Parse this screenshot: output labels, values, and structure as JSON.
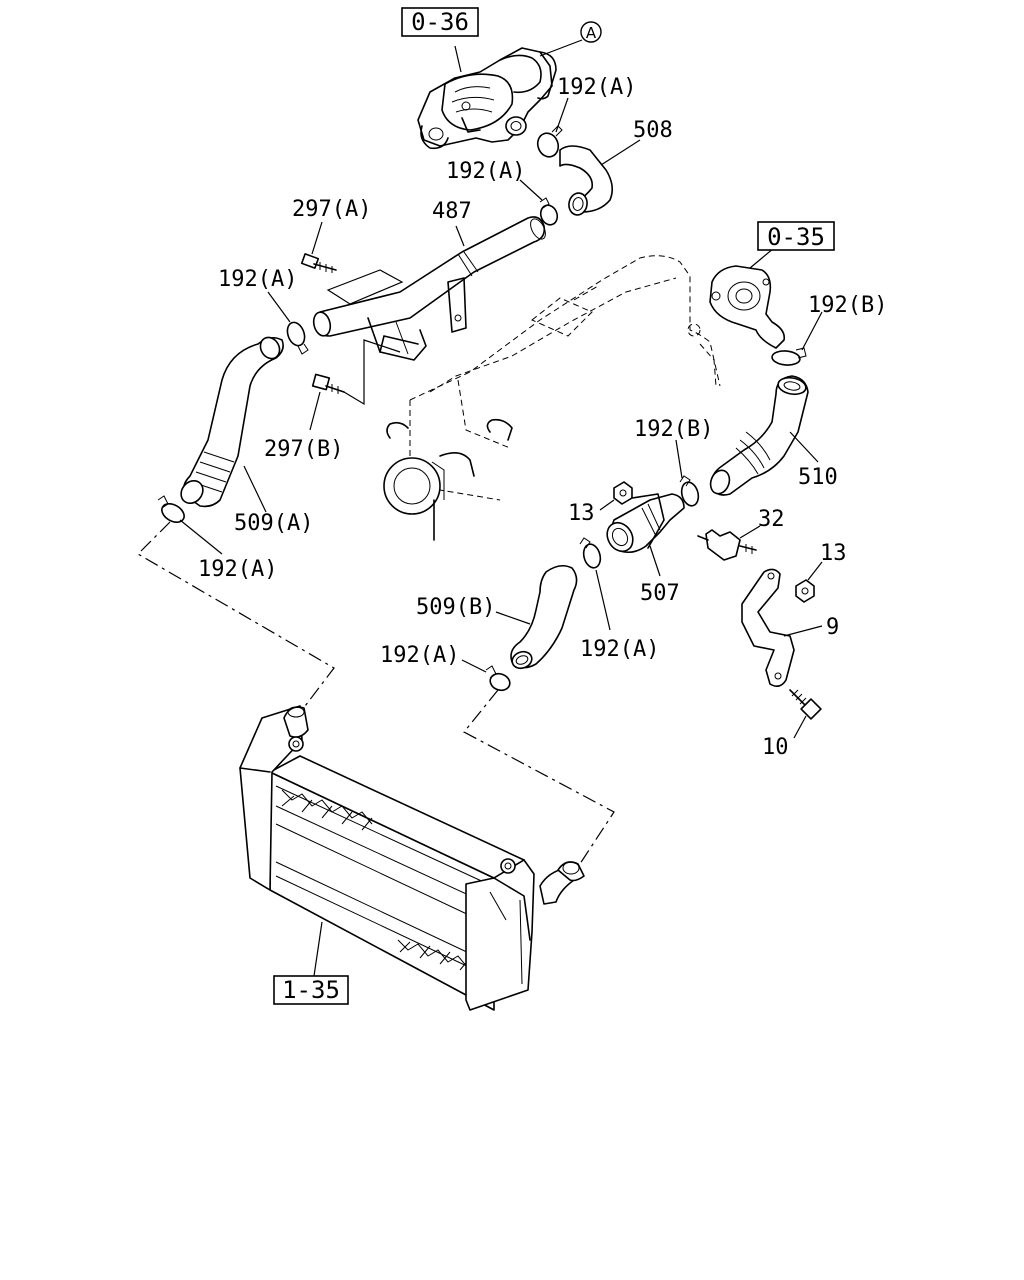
{
  "references": {
    "turbo_ref": "0-36",
    "throttle_ref": "0-35",
    "intercooler_ref": "1-35"
  },
  "marker": "A",
  "labels": {
    "clamp_a_turbo": "192(A)",
    "hose_508": "508",
    "clamp_a_pipe": "192(A)",
    "bolt_297a": "297(A)",
    "pipe_487": "487",
    "clamp_a_left": "192(A)",
    "bolt_297b": "297(B)",
    "hose_509a": "509(A)",
    "clamp_a_lower_left": "192(A)",
    "clamp_b_upper": "192(B)",
    "clamp_b_mid": "192(B)",
    "hose_510": "510",
    "nut_13_left": "13",
    "part_32": "32",
    "nut_13_right": "13",
    "pipe_507": "507",
    "hose_509b": "509(B)",
    "clamp_a_mid": "192(A)",
    "clamp_a_lower": "192(A)",
    "bracket_9": "9",
    "bolt_10": "10"
  }
}
